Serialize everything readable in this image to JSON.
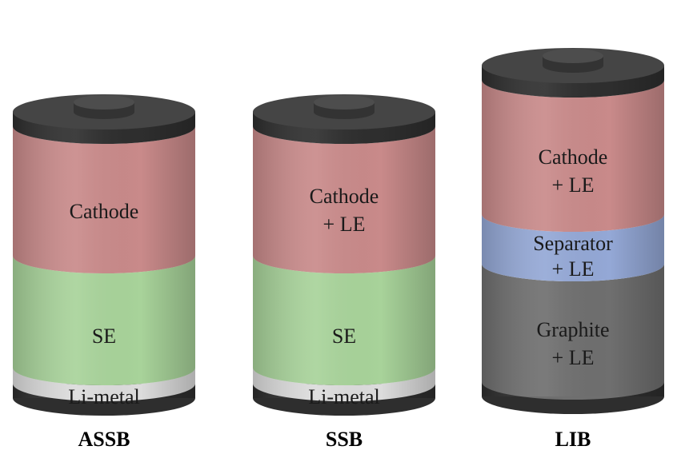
{
  "cells": [
    {
      "caption": "ASSB",
      "layers": [
        {
          "lines": [
            "Cathode"
          ],
          "color": "#c98a8a"
        },
        {
          "lines": [
            "SE"
          ],
          "color": "#a8d39a"
        },
        {
          "lines": [
            "Li-metal"
          ],
          "color": "#dcdcdc"
        }
      ]
    },
    {
      "caption": "SSB",
      "layers": [
        {
          "lines": [
            "Cathode",
            "+ LE"
          ],
          "color": "#c98a8a"
        },
        {
          "lines": [
            "SE"
          ],
          "color": "#a8d39a"
        },
        {
          "lines": [
            "Li-metal"
          ],
          "color": "#dcdcdc"
        }
      ]
    },
    {
      "caption": "LIB",
      "layers": [
        {
          "lines": [
            "Cathode",
            "+ LE"
          ],
          "color": "#c98a8a"
        },
        {
          "lines": [
            "Separator",
            "+ LE"
          ],
          "color": "#94a8d6"
        },
        {
          "lines": [
            "Graphite",
            "+ LE"
          ],
          "color": "#6f6f6f"
        }
      ]
    }
  ],
  "casing_color": "#3a3a3a"
}
